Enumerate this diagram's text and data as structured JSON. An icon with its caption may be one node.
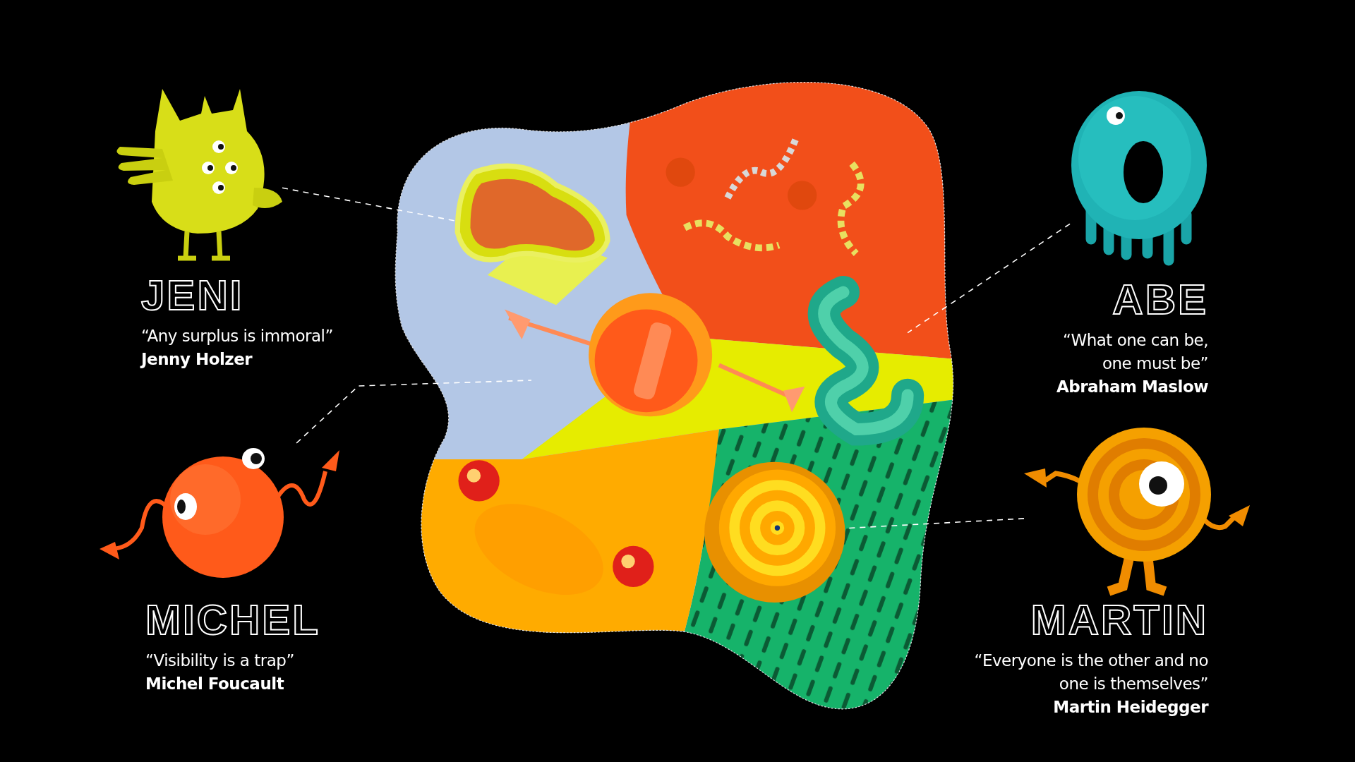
{
  "diagram": {
    "nodes": [
      {
        "text": [],
        "shape": "picture",
        "beside": [
          "JENI",
          "“Any surplus is immoral”",
          "Jenny Holzer"
        ]
      },
      {
        "text": [],
        "shape": "picture",
        "beside": [
          "ABE",
          "“What one can be, one must be”",
          "Abraham Maslow"
        ]
      },
      {
        "text": [],
        "shape": "picture",
        "beside": [
          "MICHEL",
          "“Visibility is a trap”",
          "Michel Foucault"
        ]
      },
      {
        "text": [],
        "shape": "picture",
        "beside": [
          "MARTIN",
          "“Everyone is the other and no one is themselves”",
          "Martin Heidegger"
        ]
      },
      {
        "text": [],
        "shape": "picture"
      },
      {
        "text": [],
        "shape": "picture",
        "in": 4
      },
      {
        "text": [],
        "shape": "picture",
        "in": 4
      },
      {
        "text": [],
        "shape": "picture",
        "in": 4
      }
    ],
    "edges": [
      {
        "from": 0,
        "to": 5,
        "arrow": "none",
        "style": "dashed"
      },
      {
        "from": 1,
        "to": 6,
        "arrow": "none",
        "style": "dashed"
      },
      {
        "from": 2,
        "to": null,
        "arrow": "none",
        "style": "dashed"
      },
      {
        "from": 3,
        "to": 7,
        "arrow": "none",
        "style": "dashed"
      }
    ]
  }
}
